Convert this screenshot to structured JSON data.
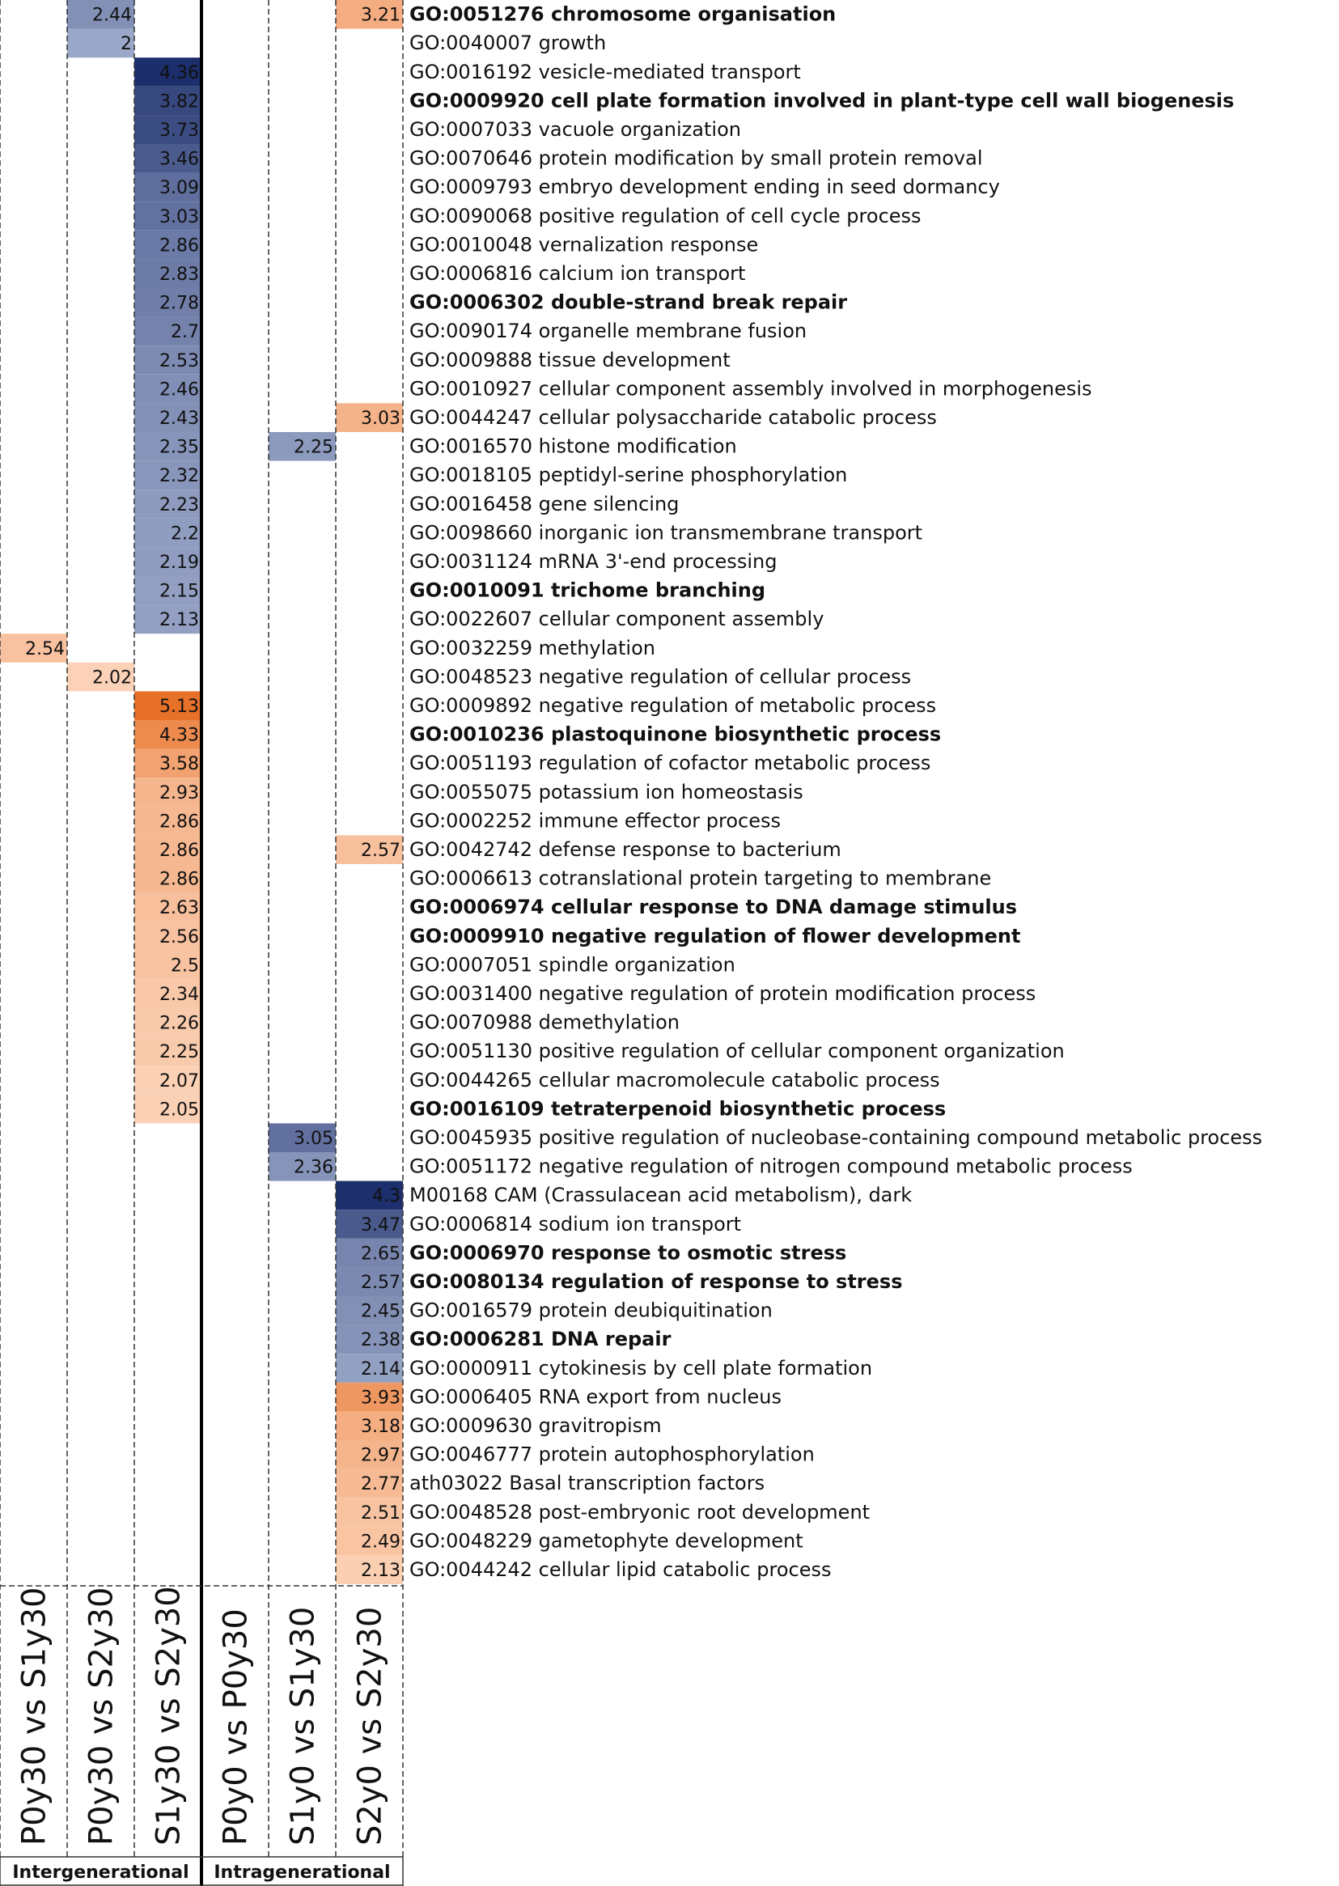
{
  "chart_data": {
    "type": "heatmap",
    "columns": [
      "P0y30 vs S1y30",
      "P0y30 vs S2y30",
      "S1y30 vs S2y30",
      "P0y0 vs P0y30",
      "S1y0 vs S1y30",
      "S2y0 vs S2y30"
    ],
    "groups": [
      {
        "label": "Intergenerational",
        "columns": [
          0,
          1,
          2
        ]
      },
      {
        "label": "Intragenerational",
        "columns": [
          3,
          4,
          5
        ]
      }
    ],
    "colors": {
      "blue_dark": "#1c2e6b",
      "blue_light": "#9aa7c8",
      "orange_dark": "#e8712a",
      "orange_light": "#fbd3b8",
      "grid": "#333333",
      "divider": "#000000"
    },
    "rows": [
      {
        "term": "GO:0051276 chromosome organisation",
        "bold": true,
        "cells": [
          {
            "col": 1,
            "value": 2.44,
            "dir": "blue"
          },
          {
            "col": 5,
            "value": 3.21,
            "dir": "orange"
          }
        ]
      },
      {
        "term": "GO:0040007 growth",
        "bold": false,
        "cells": [
          {
            "col": 1,
            "value": 2,
            "dir": "blue"
          }
        ]
      },
      {
        "term": "GO:0016192 vesicle-mediated transport",
        "bold": false,
        "cells": [
          {
            "col": 2,
            "value": 4.36,
            "dir": "blue"
          }
        ]
      },
      {
        "term": "GO:0009920 cell plate formation involved in plant-type cell wall biogenesis",
        "bold": true,
        "cells": [
          {
            "col": 2,
            "value": 3.82,
            "dir": "blue"
          }
        ]
      },
      {
        "term": "GO:0007033 vacuole organization",
        "bold": false,
        "cells": [
          {
            "col": 2,
            "value": 3.73,
            "dir": "blue"
          }
        ]
      },
      {
        "term": "GO:0070646 protein modification by small protein removal",
        "bold": false,
        "cells": [
          {
            "col": 2,
            "value": 3.46,
            "dir": "blue"
          }
        ]
      },
      {
        "term": "GO:0009793 embryo development ending in seed dormancy",
        "bold": false,
        "cells": [
          {
            "col": 2,
            "value": 3.09,
            "dir": "blue"
          }
        ]
      },
      {
        "term": "GO:0090068 positive regulation of cell cycle process",
        "bold": false,
        "cells": [
          {
            "col": 2,
            "value": 3.03,
            "dir": "blue"
          }
        ]
      },
      {
        "term": "GO:0010048 vernalization response",
        "bold": false,
        "cells": [
          {
            "col": 2,
            "value": 2.86,
            "dir": "blue"
          }
        ]
      },
      {
        "term": "GO:0006816 calcium ion transport",
        "bold": false,
        "cells": [
          {
            "col": 2,
            "value": 2.83,
            "dir": "blue"
          }
        ]
      },
      {
        "term": "GO:0006302 double-strand break repair",
        "bold": true,
        "cells": [
          {
            "col": 2,
            "value": 2.78,
            "dir": "blue"
          }
        ]
      },
      {
        "term": "GO:0090174 organelle membrane fusion",
        "bold": false,
        "cells": [
          {
            "col": 2,
            "value": 2.7,
            "dir": "blue"
          }
        ]
      },
      {
        "term": "GO:0009888 tissue development",
        "bold": false,
        "cells": [
          {
            "col": 2,
            "value": 2.53,
            "dir": "blue"
          }
        ]
      },
      {
        "term": "GO:0010927 cellular component assembly involved in morphogenesis",
        "bold": false,
        "cells": [
          {
            "col": 2,
            "value": 2.46,
            "dir": "blue"
          }
        ]
      },
      {
        "term": "GO:0044247 cellular polysaccharide catabolic process",
        "bold": false,
        "cells": [
          {
            "col": 2,
            "value": 2.43,
            "dir": "blue"
          },
          {
            "col": 5,
            "value": 3.03,
            "dir": "orange"
          }
        ]
      },
      {
        "term": "GO:0016570 histone modification",
        "bold": false,
        "cells": [
          {
            "col": 2,
            "value": 2.35,
            "dir": "blue"
          },
          {
            "col": 4,
            "value": 2.25,
            "dir": "blue"
          }
        ]
      },
      {
        "term": "GO:0018105 peptidyl-serine phosphorylation",
        "bold": false,
        "cells": [
          {
            "col": 2,
            "value": 2.32,
            "dir": "blue"
          }
        ]
      },
      {
        "term": "GO:0016458 gene silencing",
        "bold": false,
        "cells": [
          {
            "col": 2,
            "value": 2.23,
            "dir": "blue"
          }
        ]
      },
      {
        "term": "GO:0098660 inorganic ion transmembrane transport",
        "bold": false,
        "cells": [
          {
            "col": 2,
            "value": 2.2,
            "dir": "blue"
          }
        ]
      },
      {
        "term": "GO:0031124 mRNA 3'-end processing",
        "bold": false,
        "cells": [
          {
            "col": 2,
            "value": 2.19,
            "dir": "blue"
          }
        ]
      },
      {
        "term": "GO:0010091 trichome branching",
        "bold": true,
        "cells": [
          {
            "col": 2,
            "value": 2.15,
            "dir": "blue"
          }
        ]
      },
      {
        "term": "GO:0022607 cellular component assembly",
        "bold": false,
        "cells": [
          {
            "col": 2,
            "value": 2.13,
            "dir": "blue"
          }
        ]
      },
      {
        "term": "GO:0032259 methylation",
        "bold": false,
        "cells": [
          {
            "col": 0,
            "value": 2.54,
            "dir": "orange"
          }
        ]
      },
      {
        "term": "GO:0048523 negative regulation of cellular process",
        "bold": false,
        "cells": [
          {
            "col": 1,
            "value": 2.02,
            "dir": "orange"
          }
        ]
      },
      {
        "term": "GO:0009892 negative regulation of metabolic process",
        "bold": false,
        "cells": [
          {
            "col": 2,
            "value": 5.13,
            "dir": "orange"
          }
        ]
      },
      {
        "term": "GO:0010236 plastoquinone biosynthetic process",
        "bold": true,
        "cells": [
          {
            "col": 2,
            "value": 4.33,
            "dir": "orange"
          }
        ]
      },
      {
        "term": "GO:0051193 regulation of cofactor metabolic process",
        "bold": false,
        "cells": [
          {
            "col": 2,
            "value": 3.58,
            "dir": "orange"
          }
        ]
      },
      {
        "term": "GO:0055075 potassium ion homeostasis",
        "bold": false,
        "cells": [
          {
            "col": 2,
            "value": 2.93,
            "dir": "orange"
          }
        ]
      },
      {
        "term": "GO:0002252 immune effector process",
        "bold": false,
        "cells": [
          {
            "col": 2,
            "value": 2.86,
            "dir": "orange"
          }
        ]
      },
      {
        "term": "GO:0042742 defense response to bacterium",
        "bold": false,
        "cells": [
          {
            "col": 2,
            "value": 2.86,
            "dir": "orange"
          },
          {
            "col": 5,
            "value": 2.57,
            "dir": "orange"
          }
        ]
      },
      {
        "term": "GO:0006613 cotranslational protein targeting to membrane",
        "bold": false,
        "cells": [
          {
            "col": 2,
            "value": 2.86,
            "dir": "orange"
          }
        ]
      },
      {
        "term": "GO:0006974 cellular response to DNA damage stimulus",
        "bold": true,
        "cells": [
          {
            "col": 2,
            "value": 2.63,
            "dir": "orange"
          }
        ]
      },
      {
        "term": "GO:0009910 negative regulation of flower development",
        "bold": true,
        "cells": [
          {
            "col": 2,
            "value": 2.56,
            "dir": "orange"
          }
        ]
      },
      {
        "term": "GO:0007051 spindle organization",
        "bold": false,
        "cells": [
          {
            "col": 2,
            "value": 2.5,
            "dir": "orange"
          }
        ]
      },
      {
        "term": "GO:0031400 negative regulation of protein modification process",
        "bold": false,
        "cells": [
          {
            "col": 2,
            "value": 2.34,
            "dir": "orange"
          }
        ]
      },
      {
        "term": "GO:0070988 demethylation",
        "bold": false,
        "cells": [
          {
            "col": 2,
            "value": 2.26,
            "dir": "orange"
          }
        ]
      },
      {
        "term": "GO:0051130 positive regulation of cellular component organization",
        "bold": false,
        "cells": [
          {
            "col": 2,
            "value": 2.25,
            "dir": "orange"
          }
        ]
      },
      {
        "term": "GO:0044265 cellular macromolecule catabolic process",
        "bold": false,
        "cells": [
          {
            "col": 2,
            "value": 2.07,
            "dir": "orange"
          }
        ]
      },
      {
        "term": "GO:0016109 tetraterpenoid biosynthetic process",
        "bold": true,
        "cells": [
          {
            "col": 2,
            "value": 2.05,
            "dir": "orange"
          }
        ]
      },
      {
        "term": "GO:0045935 positive regulation of nucleobase-containing compound metabolic process",
        "bold": false,
        "cells": [
          {
            "col": 4,
            "value": 3.05,
            "dir": "blue"
          }
        ]
      },
      {
        "term": "GO:0051172 negative regulation of nitrogen compound metabolic process",
        "bold": false,
        "cells": [
          {
            "col": 4,
            "value": 2.36,
            "dir": "blue"
          }
        ]
      },
      {
        "term": "M00168 CAM (Crassulacean acid metabolism), dark",
        "bold": false,
        "cells": [
          {
            "col": 5,
            "value": 4.3,
            "dir": "blue"
          }
        ]
      },
      {
        "term": "GO:0006814 sodium ion transport",
        "bold": false,
        "cells": [
          {
            "col": 5,
            "value": 3.47,
            "dir": "blue"
          }
        ]
      },
      {
        "term": "GO:0006970 response to osmotic stress",
        "bold": true,
        "cells": [
          {
            "col": 5,
            "value": 2.65,
            "dir": "blue"
          }
        ]
      },
      {
        "term": "GO:0080134 regulation of response to stress",
        "bold": true,
        "cells": [
          {
            "col": 5,
            "value": 2.57,
            "dir": "blue"
          }
        ]
      },
      {
        "term": "GO:0016579 protein deubiquitination",
        "bold": false,
        "cells": [
          {
            "col": 5,
            "value": 2.45,
            "dir": "blue"
          }
        ]
      },
      {
        "term": "GO:0006281 DNA repair",
        "bold": true,
        "cells": [
          {
            "col": 5,
            "value": 2.38,
            "dir": "blue"
          }
        ]
      },
      {
        "term": "GO:0000911 cytokinesis by cell plate formation",
        "bold": false,
        "cells": [
          {
            "col": 5,
            "value": 2.14,
            "dir": "blue"
          }
        ]
      },
      {
        "term": "GO:0006405 RNA export from nucleus",
        "bold": false,
        "cells": [
          {
            "col": 5,
            "value": 3.93,
            "dir": "orange"
          }
        ]
      },
      {
        "term": "GO:0009630 gravitropism",
        "bold": false,
        "cells": [
          {
            "col": 5,
            "value": 3.18,
            "dir": "orange"
          }
        ]
      },
      {
        "term": "GO:0046777 protein autophosphorylation",
        "bold": false,
        "cells": [
          {
            "col": 5,
            "value": 2.97,
            "dir": "orange"
          }
        ]
      },
      {
        "term": "ath03022 Basal transcription factors",
        "bold": false,
        "cells": [
          {
            "col": 5,
            "value": 2.77,
            "dir": "orange"
          }
        ]
      },
      {
        "term": "GO:0048528 post-embryonic root development",
        "bold": false,
        "cells": [
          {
            "col": 5,
            "value": 2.51,
            "dir": "orange"
          }
        ]
      },
      {
        "term": "GO:0048229 gametophyte development",
        "bold": false,
        "cells": [
          {
            "col": 5,
            "value": 2.49,
            "dir": "orange"
          }
        ]
      },
      {
        "term": "GO:0044242 cellular lipid catabolic process",
        "bold": false,
        "cells": [
          {
            "col": 5,
            "value": 2.13,
            "dir": "orange"
          }
        ]
      }
    ]
  }
}
